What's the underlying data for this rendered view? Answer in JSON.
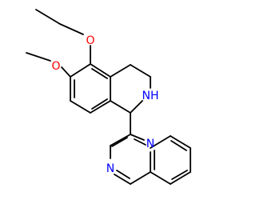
{
  "molecule": {
    "colors": {
      "oxygen": "#ff0000",
      "nitrogen": "#0000ff",
      "carbon": "#000000"
    },
    "atoms": [
      {
        "id": "o_ethoxy",
        "symbol": "O",
        "element": "oxygen"
      },
      {
        "id": "o_methoxy",
        "symbol": "O",
        "element": "oxygen"
      },
      {
        "id": "n_amine",
        "symbol": "NH",
        "element": "nitrogen"
      },
      {
        "id": "n_quin_a",
        "symbol": "N",
        "element": "nitrogen"
      },
      {
        "id": "n_quin_b",
        "symbol": "N",
        "element": "nitrogen"
      }
    ]
  }
}
